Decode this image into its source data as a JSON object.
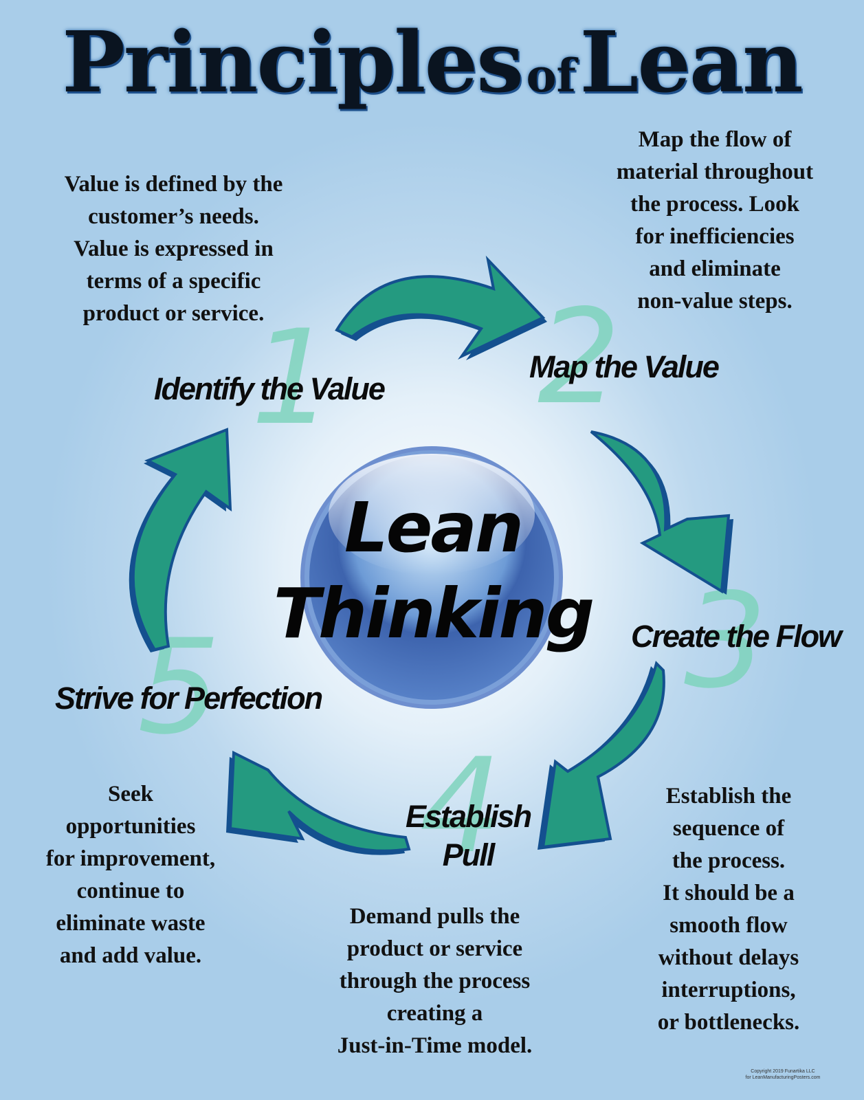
{
  "title": {
    "main": "Principles",
    "connector": "of",
    "end": "Lean"
  },
  "center": {
    "line1": "Lean",
    "line2": "Thinking"
  },
  "steps": [
    {
      "number": "1",
      "label": "Identify the Value",
      "description": "Value is defined by the\ncustomer’s needs.\nValue is expressed in\nterms of a specific\nproduct or service."
    },
    {
      "number": "2",
      "label": "Map the Value",
      "description": "Map the flow of\nmaterial throughout\nthe process. Look\nfor inefficiencies\nand eliminate\nnon-value steps."
    },
    {
      "number": "3",
      "label": "Create the Flow",
      "description": "Establish the\nsequence of\nthe process.\nIt should be a\nsmooth flow\nwithout delays\ninterruptions,\nor bottlenecks."
    },
    {
      "number": "4",
      "label": "Establish\nPull",
      "description": "Demand pulls the\nproduct or service\nthrough the process\ncreating a\nJust-in-Time model."
    },
    {
      "number": "5",
      "label": "Strive for Perfection",
      "description": "Seek\nopportunities\nfor improvement,\ncontinue to\neliminate waste\nand add value."
    }
  ],
  "copyright": {
    "line1": "Copyright 2019 Funartika LLC",
    "line2": "for LeanManufacturingPosters.com"
  },
  "colors": {
    "arrow_fill": "#249a80",
    "arrow_edge": "#14508f",
    "number": "#7fd4bd",
    "orb": "#4a7cc4"
  }
}
